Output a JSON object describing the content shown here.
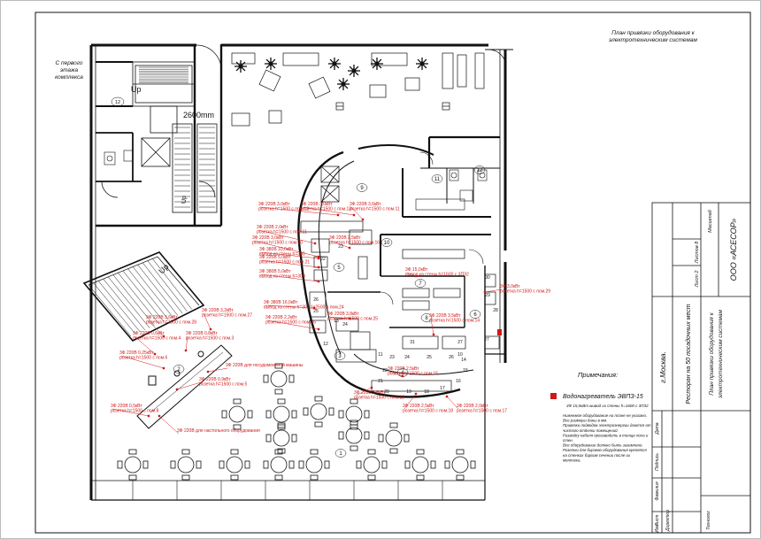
{
  "title_note": "План привязки оборудования к электротехническим системам",
  "stair_note": "С первого этажа комплекса",
  "up_labels": [
    "Up",
    "Up",
    "Up"
  ],
  "dimension": "2600mm",
  "room_numbers": [
    "12",
    "12",
    "11",
    "9",
    "10",
    "5",
    "7",
    "8",
    "6",
    "3",
    "4",
    "2",
    "1"
  ],
  "equipment_numbers": [
    "31",
    "27",
    "26",
    "25",
    "24",
    "23",
    "22",
    "21",
    "20",
    "19",
    "18",
    "17",
    "16",
    "15",
    "14",
    "13",
    "12",
    "11",
    "10",
    "30",
    "29",
    "28",
    "27",
    "26",
    "25",
    "24",
    "23",
    "22"
  ],
  "notes": {
    "header": "Примечания:",
    "legend_label": "Водонагреватель ЭВПЗ-15",
    "legend_sub": "3Ф 15,0кВт вывод из стены h=1600 с 3ПЗ2",
    "body": [
      "Нижнемое оборудование на плане не указано.",
      "Все размеры даны в мм.",
      "Привязки подводов электроэнергии даются от чистого отделки помещений.",
      "Разводку кабеля производить в толще пола и стен.",
      "Все оборудование должно быть заземлено.",
      "Розетки для бирзево оборудования крепятся на стенках бархом сечении после их монтажа."
    ]
  },
  "stamp": {
    "sheet_label": "Масштаб",
    "sheets_label": "Листов 8",
    "sheet_no": "Лист 2",
    "city": "г.Москва.",
    "project": "Ресторан на 50 посадочных мест",
    "drawing": "План привязки оборудования к электротехническим системам",
    "company": "ООО «АСЕСОР»",
    "cols": [
      "Изм",
      "Лист",
      "Фамилия",
      "Подпись",
      "Дата"
    ],
    "roles": [
      "Директор",
      "Технолог"
    ]
  },
  "annotations": [
    "3Ф 220В 3,0кВт розетка h=1500 с пом.12",
    "3Ф 220В 3,0кВт розетка h=1500 с пом.13",
    "3Ф 220В 3,6кВт розетка h=1500 с пом.11",
    "3Ф 220В 2,0кВт розетка h=1500 с пом.11",
    "3Ф 220В 3,0кВт розетка h=1500 с пом.20",
    "3Ф 220В 2,5кВт розетка h=1500 с пом.16",
    "3Ф 380В 10,0кВт вывод из стены h=300",
    "3Ф 220В 5,0кВт розетка h=1500 с пом.21",
    "3Ф 380В 5,0кВт вывод из стены h=300",
    "3Ф 380В 16,0кВт вывод из стены h=300 1х2500 в пом.24",
    "3Ф 220В 3,8кВт розетка h=1500 с пом.25",
    "3Ф 220В 2,2кВт розетка h=1500 с пом.26",
    "3Ф 220В 3,2кВт розетка h=1500 с пом.27",
    "3Ф 220В 3,6кВт розетка h=1500 с пом.28",
    "3Ф 220В 0,6кВт розетка h=1500 с пом.4",
    "3Ф 220В для посудомоечной машины",
    "3Ф 220В 0,9кВт розетка h=1500 с пом.5",
    "3Ф 220В 0,25кВт розетка h=1500 с пом.6",
    "3Ф 220В 0,5кВт розетка h=1500 с пом.8",
    "3Ф 220В 0,8кВт розетка h=1500 с пом.3",
    "3Ф 220В для настольного оборудования",
    "3Ф 220В 2,5кВт розетка h=1500 с пом.15",
    "3Ф 220В 3,5кВт розетка h=1500 с пом.19",
    "3Ф 220В 2,5кВт розетка h=1500 с пом.18",
    "3Ф 220В 2,0кВт розетка h=1500 с пом.17",
    "3Ф 220В 3,5кВт розетка h=1500 с пом.14",
    "3Ф 15,0кВт вывод из стены h=1600 с 3ПЗ2",
    "3Ф 3,0кВт розетка h=1500 с пом.29"
  ]
}
